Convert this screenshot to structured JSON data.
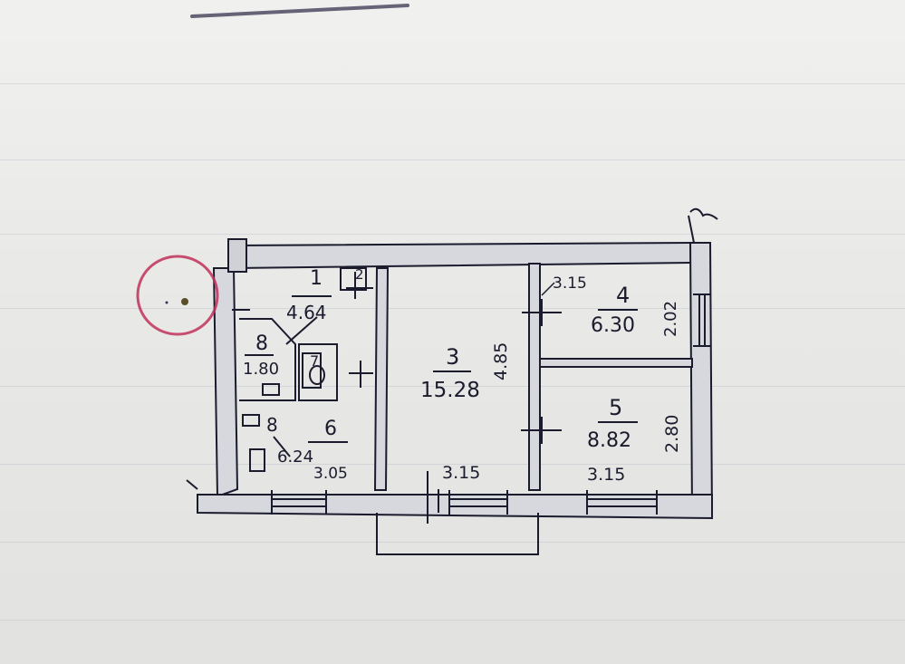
{
  "colors": {
    "paper": "#e9e9e7",
    "ink": "#1b1b2e",
    "wall_fill": "#d7d9df",
    "stamp": "#c0305a"
  },
  "rooms": [
    {
      "number": "1",
      "area": "4.64"
    },
    {
      "number": "2",
      "area": ""
    },
    {
      "number": "3",
      "area": "15.28"
    },
    {
      "number": "4",
      "area": "6.30"
    },
    {
      "number": "5",
      "area": "8.82"
    },
    {
      "number": "6",
      "area": "6.24"
    },
    {
      "number": "7",
      "area": ""
    },
    {
      "number": "8",
      "area": "1.80"
    },
    {
      "number": "8",
      "area": ""
    }
  ],
  "dimensions": {
    "room6_width": "3.05",
    "room3_width": "3.15",
    "room5_width": "3.15",
    "room4_width": "3.15",
    "room3_depth": "4.85",
    "room4_depth": "2.02",
    "room5_depth": "2.80"
  },
  "stamp": {
    "label": "red circled mark"
  }
}
